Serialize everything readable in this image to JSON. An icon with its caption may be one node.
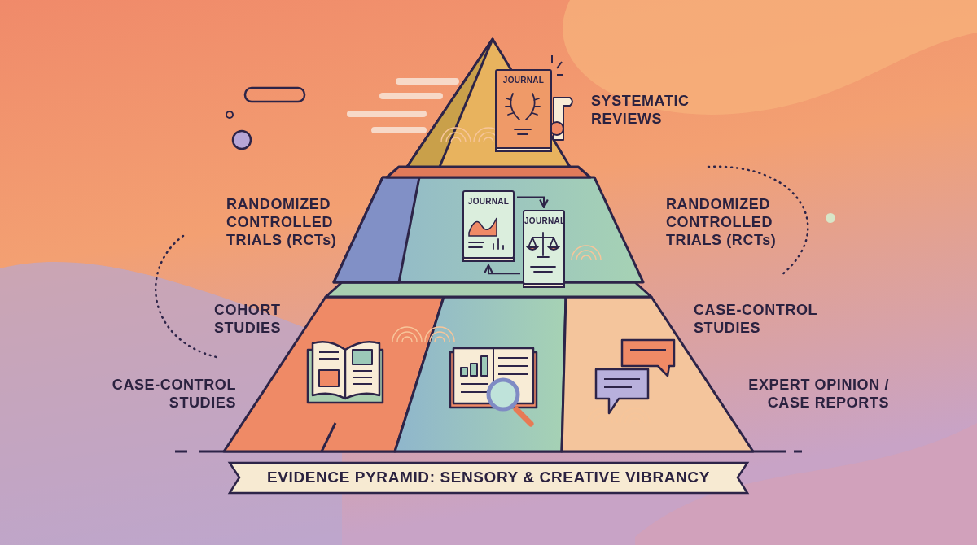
{
  "diagram": {
    "title": "EVIDENCE PYRAMID: SENSORY & CREATIVE VIBRANCY",
    "nodes": [
      {
        "text": [
          "JOURNAL"
        ]
      },
      {
        "text": [
          "JOURNAL"
        ]
      },
      {
        "text": [
          "JOURNAL"
        ]
      }
    ],
    "edges": [
      {
        "from": 1,
        "to": 2,
        "arrow": "to"
      },
      {
        "from": 2,
        "to": 1,
        "arrow": "to"
      }
    ],
    "labels": [
      "SYSTEMATIC REVIEWS",
      "RANDOMIZED CONTROLLED TRIALS (RCTs)",
      "RANDOMIZED CONTROLLED TRIALS (RCTs)",
      "COHORT STUDIES",
      "CASE-CONTROL STUDIES",
      "CASE-CONTROL STUDIES",
      "EXPERT OPINION / CASE REPORTS"
    ]
  }
}
